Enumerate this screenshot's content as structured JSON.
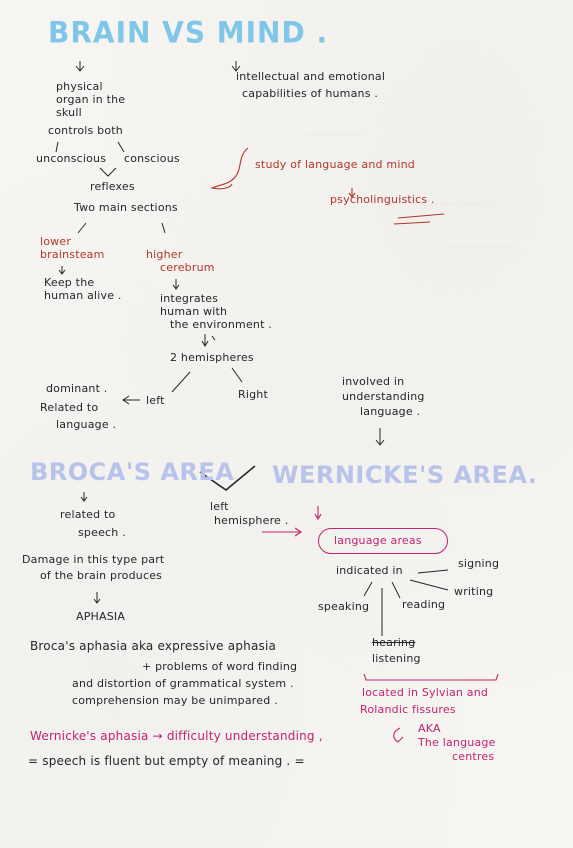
{
  "title": "BRAIN VS MIND .",
  "brain_column": {
    "physical": [
      "physical",
      "organ in the",
      "skull"
    ],
    "controls": "controls both",
    "unconscious": "unconscious",
    "conscious": "conscious",
    "reflexes": "reflexes",
    "two_sections": "Two main sections",
    "lower_brainstem": [
      "lower",
      "brainsteam"
    ],
    "keep_alive": [
      "Keep the",
      "human alive ."
    ],
    "higher_cerebrum": [
      "higher",
      "cerebrum"
    ],
    "integrates": [
      "integrates",
      "human with",
      "the environment ."
    ],
    "hemispheres": "2 hemispheres",
    "left": "left",
    "right": "Right",
    "dominant": [
      "dominant .",
      "Related to",
      "language ."
    ]
  },
  "mind_column": {
    "capabilities": [
      "intellectual and emotional",
      "capabilities of humans ."
    ],
    "study": "study of language and mind",
    "psycholinguistics": "psycholinguistics .",
    "involved": [
      "involved in",
      "understanding",
      "language ."
    ]
  },
  "areas": {
    "broca": "BROCA'S AREA",
    "wernicke": "WERNICKE'S AREA.",
    "left_hemisphere": [
      "left",
      "hemisphere ."
    ],
    "related_speech": [
      "related to",
      "speech ."
    ],
    "damage": [
      "Damage in this type part",
      "of the brain produces"
    ],
    "aphasia": "APHASIA"
  },
  "language_areas": {
    "label": "language areas",
    "indicated": "indicated in",
    "signing": "signing",
    "writing": "writing",
    "speaking": "speaking",
    "reading": "reading",
    "hearing": "hearing",
    "listening": "listening",
    "located": [
      "located in Sylvian and",
      "Rolandic fissures"
    ],
    "aka": [
      "AKA",
      "The language",
      "centres"
    ]
  },
  "notes": {
    "broca_aphasia": "Broca's aphasia aka expressive aphasia",
    "problems": "+ problems of word finding",
    "distortion": "and distortion of grammatical system .",
    "comprehension": "comprehension may be unimpared .",
    "wernicke_aphasia": "Wernicke's aphasia → difficulty understanding ,",
    "fluent": "= speech is fluent but empty of meaning . ="
  },
  "colors": {
    "title": "#7fc6e8",
    "area_titles": "#b8c3ec",
    "red_ink": "#b2352c",
    "pink_ink": "#c2226e",
    "black_ink": "#262626"
  }
}
